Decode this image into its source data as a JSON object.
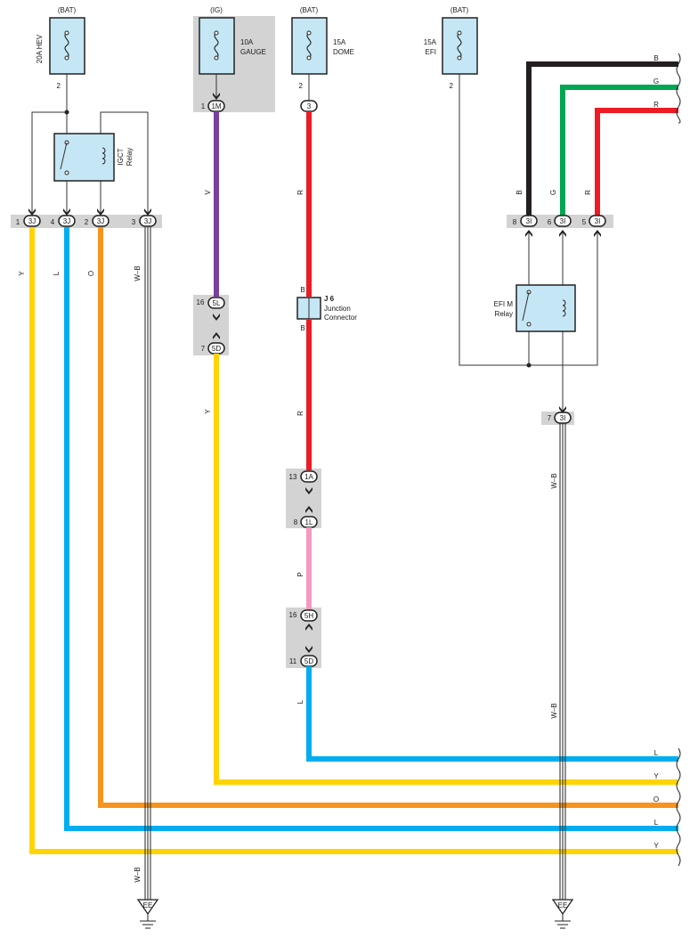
{
  "colors": {
    "Y": "#FFD400",
    "L": "#00AEEF",
    "O": "#F7941D",
    "V": "#7B3F9E",
    "R": "#ED1C24",
    "P": "#F49AC1",
    "B": "#231F20",
    "G": "#00A651",
    "fuse_fill": "#C5E6F5",
    "gray_bar": "#D3D3D3"
  },
  "fuses": [
    {
      "source": "(BAT)",
      "label": "20A HEV",
      "pin": "2"
    },
    {
      "source": "(IG)",
      "label_line1": "10A",
      "label_line2": "GAUGE"
    },
    {
      "source": "(BAT)",
      "label_line1": "15A",
      "label_line2": "DOME",
      "pin": "2"
    },
    {
      "source": "(BAT)",
      "label_line1": "15A",
      "label_line2": "EFI",
      "pin": "2"
    }
  ],
  "relays": {
    "igct": {
      "line1": "IGCT",
      "line2": "Relay"
    },
    "efi_m": {
      "line1": "EFI M",
      "line2": "Relay"
    }
  },
  "junction": {
    "name": "J 6",
    "line1": "Junction",
    "line2": "Connector",
    "top_wire": "B",
    "bottom_wire": "B"
  },
  "connectors": {
    "c1M": {
      "pin": "1",
      "name": "1M"
    },
    "c3": {
      "pin": "2",
      "name": "3"
    },
    "c5L": {
      "pin": "16",
      "name": "5L"
    },
    "c5D_gauge": {
      "pin": "7",
      "name": "5D"
    },
    "c1A": {
      "pin": "13",
      "name": "1A"
    },
    "c1L": {
      "pin": "8",
      "name": "1L"
    },
    "c5H": {
      "pin": "16",
      "name": "5H"
    },
    "c5D_dome": {
      "pin": "11",
      "name": "5D"
    },
    "c3I_out": {
      "pin": "7",
      "name": "3I"
    },
    "row3J": [
      {
        "pin": "1",
        "name": "3J"
      },
      {
        "pin": "4",
        "name": "3J"
      },
      {
        "pin": "2",
        "name": "3J"
      },
      {
        "pin": "3",
        "name": "3J"
      }
    ],
    "row3I": [
      {
        "pin": "8",
        "name": "3I"
      },
      {
        "pin": "6",
        "name": "3I"
      },
      {
        "pin": "5",
        "name": "3I"
      }
    ]
  },
  "wire_labels": {
    "left_y": "Y",
    "left_l": "L",
    "left_o": "O",
    "left_wb": "W–B",
    "left_wb_bottom": "W–B",
    "gauge_v": "V",
    "gauge_y": "Y",
    "dome_r1": "R",
    "dome_r2": "R",
    "dome_p": "P",
    "dome_l": "L",
    "efi_b": "B",
    "efi_g": "G",
    "efi_r": "R",
    "right_wb1": "W–B",
    "right_wb2": "W–B",
    "top_b": "B",
    "top_g": "G",
    "top_r": "R",
    "bus_l1": "L",
    "bus_y1": "Y",
    "bus_o": "O",
    "bus_l2": "L",
    "bus_y2": "Y"
  },
  "grounds": [
    {
      "label": "EE"
    },
    {
      "label": "EE"
    }
  ]
}
